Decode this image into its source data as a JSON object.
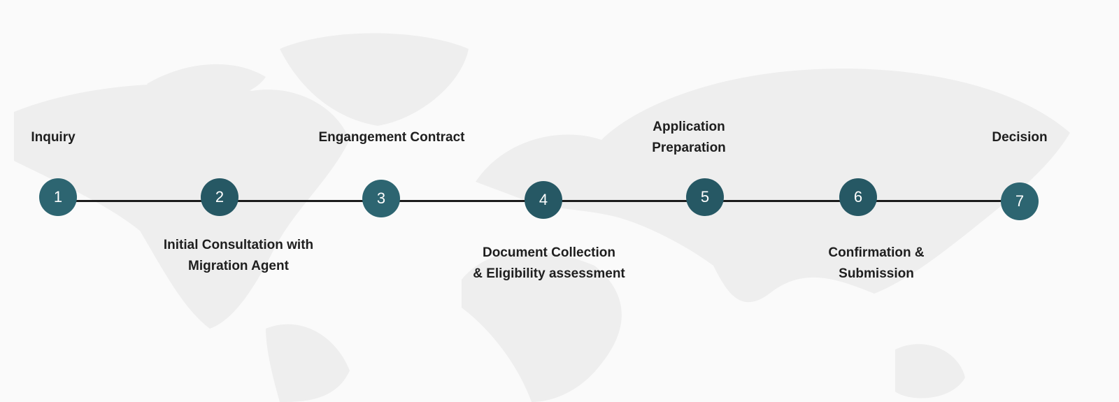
{
  "steps": [
    {
      "number": "1",
      "label": [
        "Inquiry"
      ]
    },
    {
      "number": "2",
      "label": [
        "Initial Consultation with",
        "Migration Agent"
      ]
    },
    {
      "number": "3",
      "label": [
        "Engangement Contract"
      ]
    },
    {
      "number": "4",
      "label": [
        "Document Collection",
        "& Eligibility assessment"
      ]
    },
    {
      "number": "5",
      "label": [
        "Application",
        "Preparation"
      ]
    },
    {
      "number": "6",
      "label": [
        "Confirmation &",
        "Submission"
      ]
    },
    {
      "number": "7",
      "label": [
        "Decision"
      ]
    }
  ],
  "colors": {
    "node": "#2d6571",
    "line": "#1c1c1c",
    "map": "#ececec"
  }
}
